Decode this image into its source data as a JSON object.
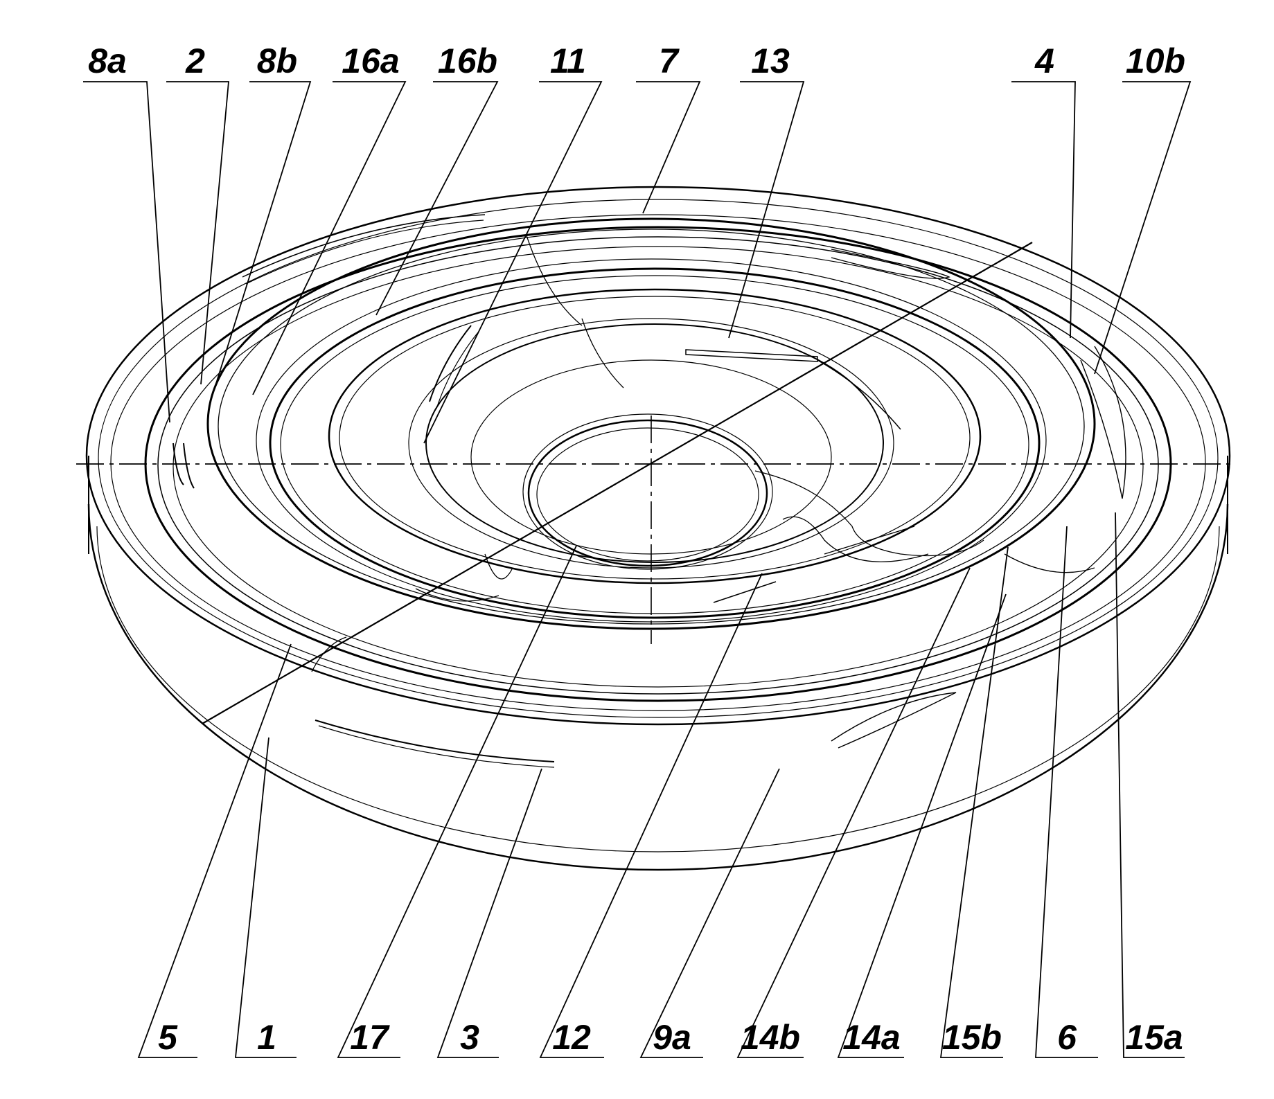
{
  "figure": {
    "labels_top": [
      "8a",
      "2",
      "8b",
      "16a",
      "16b",
      "11",
      "7",
      "13",
      "4",
      "10b"
    ],
    "labels_bottom": [
      "5",
      "1",
      "17",
      "3",
      "12",
      "9a",
      "14b",
      "14a",
      "15b",
      "6",
      "15a"
    ],
    "line_color": "#000000",
    "background": "#ffffff"
  }
}
